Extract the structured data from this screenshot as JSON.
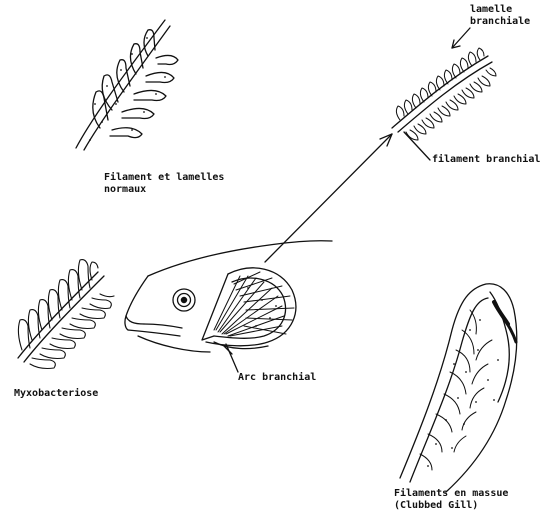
{
  "labels": {
    "normal": [
      "Filament et lamelles",
      "normaux"
    ],
    "lamelle": [
      "lamelle",
      "branchiale"
    ],
    "filament": "filament branchial",
    "myxo": "Myxobacteriose",
    "arc": "Arc branchial",
    "clubbed": [
      "Filaments en massue",
      "(Clubbed Gill)"
    ]
  },
  "colors": {
    "ink": "#111111",
    "paper": "#ffffff"
  }
}
